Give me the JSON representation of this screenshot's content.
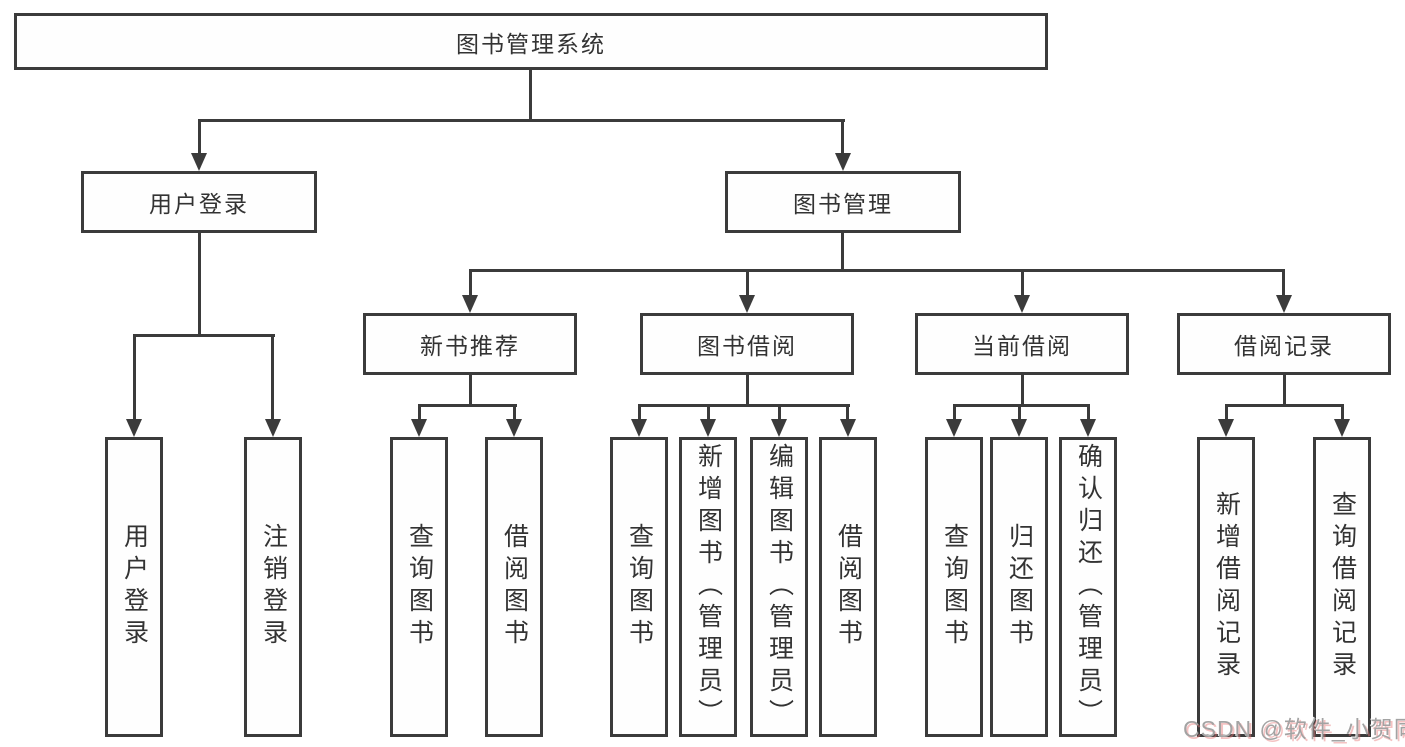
{
  "diagram": {
    "root": {
      "label": "图书管理系统"
    },
    "branches": [
      {
        "label": "用户登录",
        "children": [
          {
            "label": "用户登录"
          },
          {
            "label": "注销登录"
          }
        ]
      },
      {
        "label": "图书管理",
        "children": [
          {
            "label": "新书推荐",
            "children": [
              {
                "label": "查询图书"
              },
              {
                "label": "借阅图书"
              }
            ]
          },
          {
            "label": "图书借阅",
            "children": [
              {
                "label": "查询图书"
              },
              {
                "label": "新增图书（管理员）"
              },
              {
                "label": "编辑图书（管理员）"
              },
              {
                "label": "借阅图书"
              }
            ]
          },
          {
            "label": "当前借阅",
            "children": [
              {
                "label": "查询图书"
              },
              {
                "label": "归还图书"
              },
              {
                "label": "确认归还（管理员）"
              }
            ]
          },
          {
            "label": "借阅记录",
            "children": [
              {
                "label": "新增借阅记录"
              },
              {
                "label": "查询借阅记录"
              }
            ]
          }
        ]
      }
    ]
  },
  "watermark": {
    "text": "CSDN @软件_小贺同学"
  },
  "colors": {
    "line": "#3b3b3b",
    "text": "#333333",
    "background": "#ffffff",
    "watermark": "#a3a3a3",
    "watermark_shadow": "#e67878"
  }
}
